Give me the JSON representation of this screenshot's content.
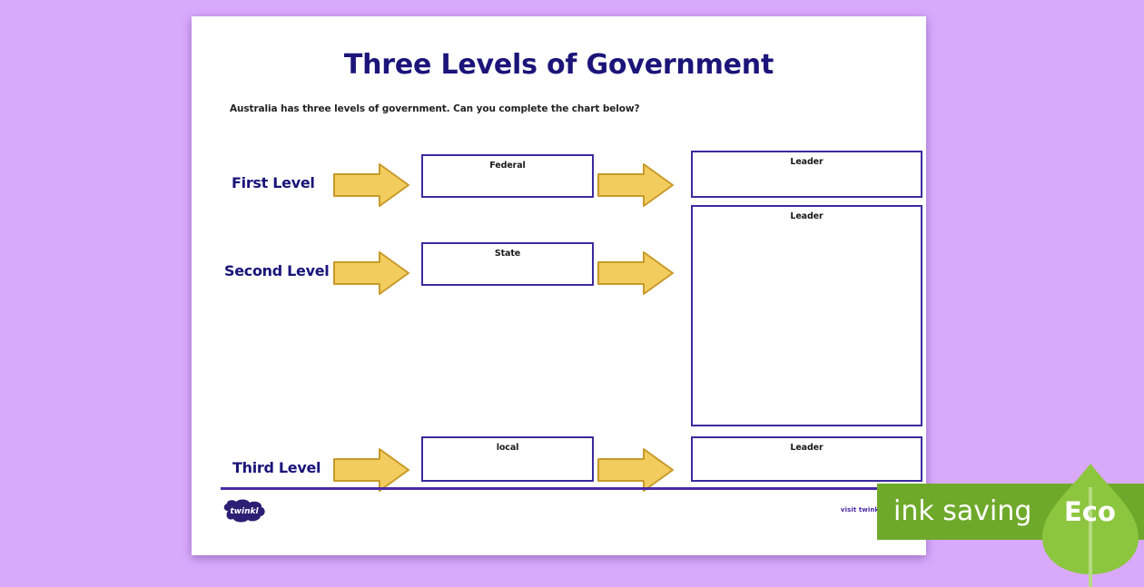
{
  "background_color": "#d9a9fc",
  "worksheet": {
    "title": "Three Levels of Government",
    "subtitle": "Australia has three levels of government. Can you complete the chart below?",
    "title_color": "#1b1479",
    "box_border_color": "#3b2a9e",
    "arrow_color": "#f2cc5e",
    "rows": [
      {
        "label": "First Level",
        "arrow1": "right-arrow-icon",
        "level_box_label": "Federal",
        "arrow2": "right-arrow-icon",
        "leader_box_label": "Leader"
      },
      {
        "label": "Second Level",
        "arrow1": "right-arrow-icon",
        "level_box_label": "State",
        "arrow2": "right-arrow-icon",
        "leader_box_label": "Leader"
      },
      {
        "label": "Third Level",
        "arrow1": "right-arrow-icon",
        "level_box_label": "local",
        "arrow2": "right-arrow-icon",
        "leader_box_label": "Leader"
      }
    ],
    "footer": {
      "logo": "twinkl-logo",
      "visit_text": "visit twinkl.com",
      "rule_color": "#4b2aa8"
    }
  },
  "eco_badge": {
    "ink_saving_label": "ink saving",
    "eco_label": "Eco",
    "bar_color": "#6fa92b",
    "leaf_color": "#8cc63f",
    "leaf_icon": "leaf-icon"
  }
}
